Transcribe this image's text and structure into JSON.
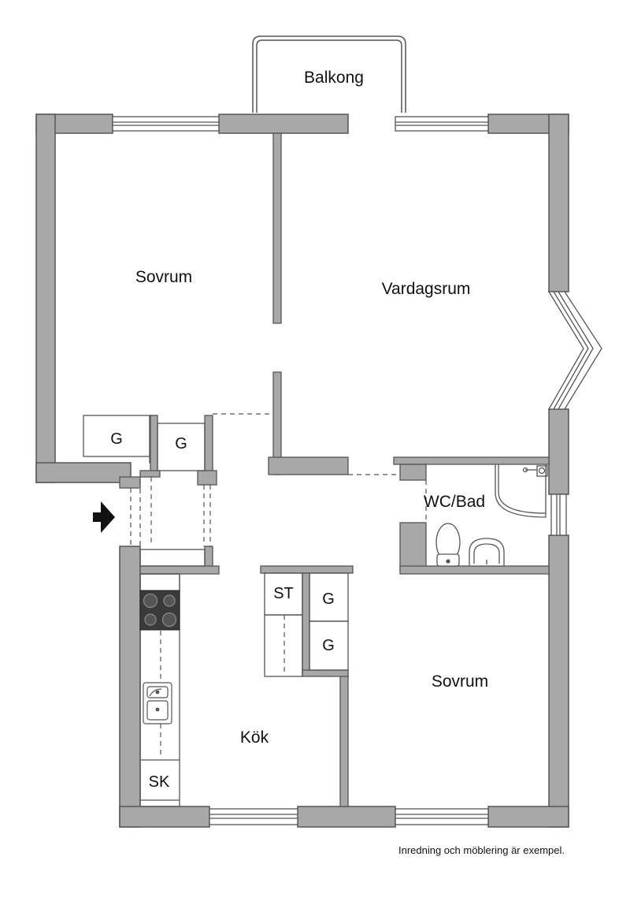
{
  "rooms": {
    "balcony": "Balkong",
    "bedroom_1": "Sovrum",
    "living_room": "Vardagsrum",
    "bathroom": "WC/Bad",
    "kitchen": "Kök",
    "bedroom_2": "Sovrum"
  },
  "closets": {
    "wardrobe_1": "G",
    "wardrobe_2": "G",
    "wardrobe_3": "G",
    "wardrobe_4": "G",
    "storage": "ST",
    "kitchen_cabinet": "SK"
  },
  "footnote": "Inredning och möblering är exempel.",
  "colors": {
    "wall": "#a8a8a8",
    "outline": "#555555",
    "stove": "#3a3a3a"
  }
}
